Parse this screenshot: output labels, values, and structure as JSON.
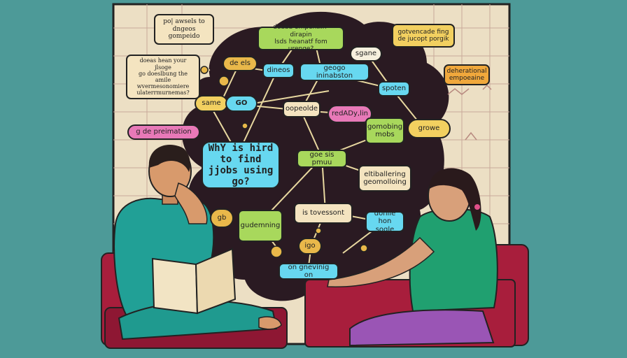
{
  "main_question": "WhY is hird\nto find\njjobs using go?",
  "labels": {
    "top_left_note": "po| awsels to\ndngeos gompeido",
    "left_note": "doeas hean your jlsoge\ngo doeslbung the\namile wvermesonomiere\nulaterrmurnemas?",
    "go_premiation": "g de preimation",
    "de_els": "de els",
    "dineos": "dineos",
    "same": "same",
    "go": "GO",
    "top_center": "deaba ompentiin-dirapin\nlsds heanatf fom urenge?",
    "sgane": "sgane",
    "top_right": "gotvencade fing\nde jucopt porgik",
    "deherational": "deherational\nempoeaine",
    "geogo": "geogo ininabston",
    "spoten": "spoten",
    "oopeolde": "oopeolde",
    "redadyn": "redADy,lin",
    "gomobing": "gomobing\nmobs",
    "growe": "growe",
    "goe_sis": "goe sis pmuu",
    "eltiballering": "eltiballering\ngeomolloing",
    "gb": "gb",
    "gudemning": "gudemning",
    "is_tovessont": "is tovessont",
    "dohlie": "dohlie\nhon sogle",
    "igo": "igo",
    "on_grevining": "on gnevinig on"
  },
  "colors": {
    "background": "#4d9a98",
    "board": "#ecdfc4",
    "cloud": "#2a1a22",
    "couch": "#a81e3c",
    "man_shirt": "#21a096",
    "woman_shirt": "#20a070",
    "woman_pants": "#9a55b5"
  }
}
